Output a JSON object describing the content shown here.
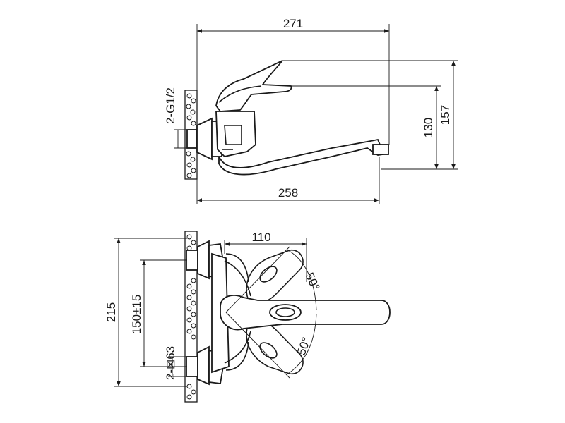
{
  "side_view": {
    "dim_overall_length": "271",
    "dim_spout_length": "258",
    "dim_height_total": "157",
    "dim_height_spout": "130",
    "dim_thread": "2-G1/2"
  },
  "top_view": {
    "dim_width": "215",
    "dim_center_distance": "150±15",
    "dim_hex": "2-⊠63",
    "dim_lever_offset": "110",
    "angle_upper": "50°",
    "angle_lower": "50°"
  }
}
